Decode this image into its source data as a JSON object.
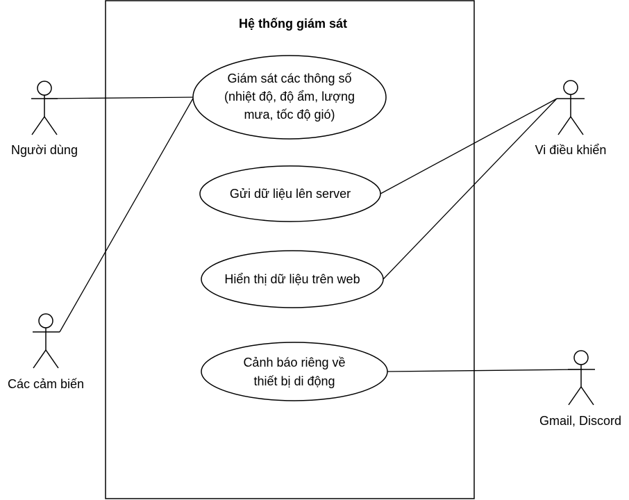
{
  "system": {
    "title": "Hệ thống giám sát"
  },
  "use_cases": [
    {
      "id": "monitor",
      "lines": [
        "Giám sát các thông số",
        "(nhiệt độ, độ ẩm, lượng",
        "mưa, tốc độ gió)"
      ]
    },
    {
      "id": "send",
      "lines": [
        "Gửi dữ liệu lên server"
      ]
    },
    {
      "id": "display",
      "lines": [
        "Hiển thị dữ liệu trên web"
      ]
    },
    {
      "id": "alert",
      "lines": [
        "Cảnh báo riêng về",
        "thiết bị di động"
      ]
    }
  ],
  "actors": [
    {
      "id": "user",
      "label": "Người dùng"
    },
    {
      "id": "sensors",
      "label": "Các cảm biến"
    },
    {
      "id": "mcu",
      "label": "Vi điều khiển"
    },
    {
      "id": "gmail",
      "label": "Gmail, Discord"
    }
  ],
  "associations": [
    {
      "from": "user",
      "to": "monitor"
    },
    {
      "from": "sensors",
      "to": "monitor"
    },
    {
      "from": "mcu",
      "to": "send"
    },
    {
      "from": "mcu",
      "to": "display"
    },
    {
      "from": "gmail",
      "to": "alert"
    }
  ]
}
